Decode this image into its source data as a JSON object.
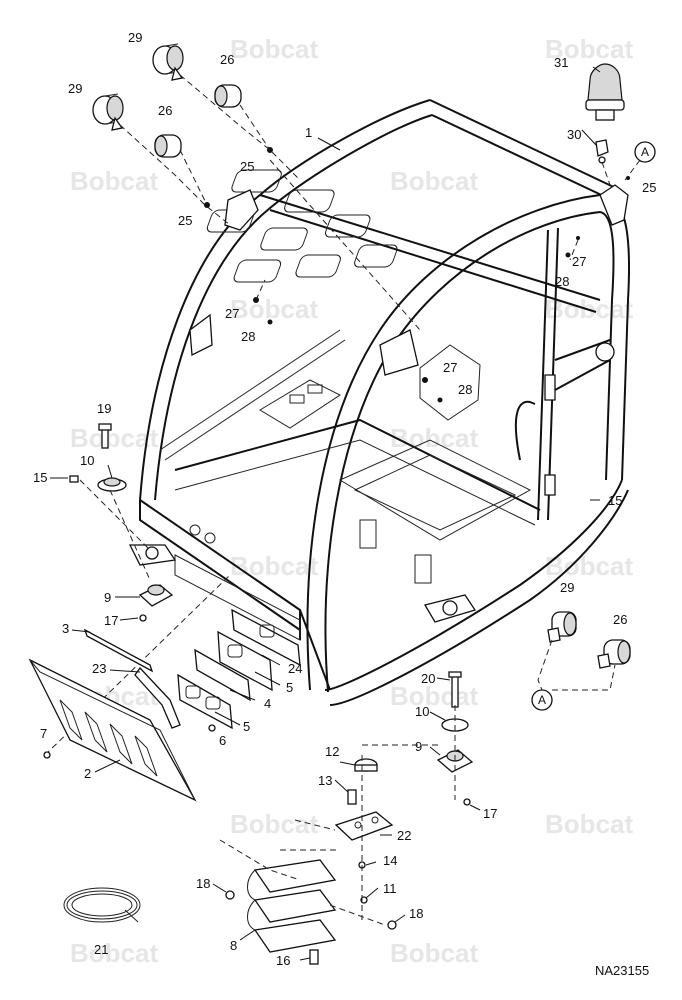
{
  "watermark": "Bobcat",
  "drawing_number": "NA23155",
  "callouts": {
    "c1": "1",
    "c2": "2",
    "c3": "3",
    "c4": "4",
    "c5a": "5",
    "c5b": "5",
    "c6": "6",
    "c7": "7",
    "c8": "8",
    "c9a": "9",
    "c9b": "9",
    "c10a": "10",
    "c10b": "10",
    "c11": "11",
    "c12": "12",
    "c13": "13",
    "c14": "14",
    "c15a": "15",
    "c15b": "15",
    "c16": "16",
    "c17a": "17",
    "c17b": "17",
    "c18a": "18",
    "c18b": "18",
    "c19": "19",
    "c20": "20",
    "c21": "21",
    "c22": "22",
    "c23": "23",
    "c24": "24",
    "c25a": "25",
    "c25b": "25",
    "c25c": "25",
    "c26a": "26",
    "c26b": "26",
    "c26c": "26",
    "c27a": "27",
    "c27b": "27",
    "c27c": "27",
    "c28a": "28",
    "c28b": "28",
    "c28c": "28",
    "c29a": "29",
    "c29b": "29",
    "c29c": "29",
    "c30": "30",
    "c31": "31"
  },
  "detail_refs": {
    "ref_top": "A",
    "ref_bottom": "A"
  }
}
